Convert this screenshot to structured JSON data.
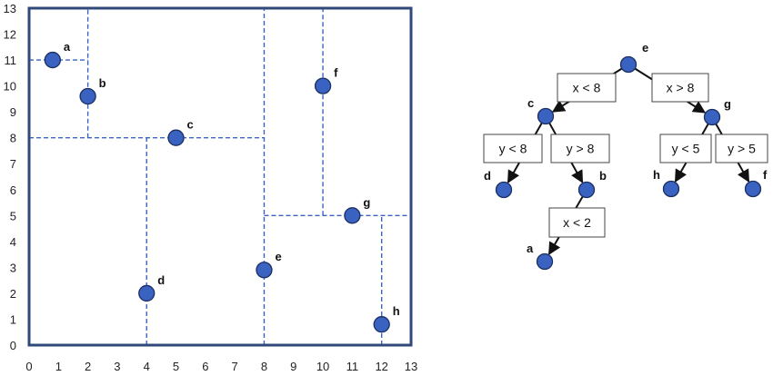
{
  "colors": {
    "frame": "#2f4a7a",
    "split_line": "#3a63c4",
    "point_fill": "#3a62c0",
    "point_stroke": "#1b2f63",
    "tree_edge": "#111111",
    "box_border": "#444444"
  },
  "plot": {
    "x_ticks": [
      "0",
      "1",
      "2",
      "3",
      "4",
      "5",
      "6",
      "7",
      "8",
      "9",
      "10",
      "11",
      "12",
      "13"
    ],
    "y_ticks": [
      "0",
      "1",
      "2",
      "3",
      "4",
      "5",
      "6",
      "7",
      "8",
      "9",
      "10",
      "11",
      "12",
      "13"
    ],
    "xlim": [
      0,
      13
    ],
    "ylim": [
      0,
      13
    ],
    "points": [
      {
        "label": "a",
        "x": 0.8,
        "y": 11
      },
      {
        "label": "b",
        "x": 2,
        "y": 9.6
      },
      {
        "label": "c",
        "x": 5,
        "y": 8
      },
      {
        "label": "d",
        "x": 4,
        "y": 2
      },
      {
        "label": "e",
        "x": 8,
        "y": 2.9
      },
      {
        "label": "f",
        "x": 10,
        "y": 10
      },
      {
        "label": "g",
        "x": 11,
        "y": 5
      },
      {
        "label": "h",
        "x": 12,
        "y": 0.8
      }
    ],
    "splits": [
      {
        "type": "vertical",
        "x": 8,
        "y": [
          0,
          13
        ]
      },
      {
        "type": "horizontal",
        "y": 8,
        "x": [
          0,
          8
        ]
      },
      {
        "type": "vertical",
        "x": 4,
        "y": [
          0,
          8
        ]
      },
      {
        "type": "vertical",
        "x": 2,
        "y": [
          8,
          13
        ]
      },
      {
        "type": "horizontal",
        "y": 11,
        "x": [
          0,
          2
        ]
      },
      {
        "type": "horizontal",
        "y": 5,
        "x": [
          8,
          13
        ]
      },
      {
        "type": "vertical",
        "x": 10,
        "y": [
          5,
          13
        ]
      },
      {
        "type": "vertical",
        "x": 12,
        "y": [
          0,
          5
        ]
      }
    ]
  },
  "tree": {
    "nodes": [
      {
        "id": "e",
        "label": "e"
      },
      {
        "id": "c",
        "label": "c"
      },
      {
        "id": "g",
        "label": "g"
      },
      {
        "id": "d",
        "label": "d"
      },
      {
        "id": "b",
        "label": "b"
      },
      {
        "id": "h",
        "label": "h"
      },
      {
        "id": "f",
        "label": "f"
      },
      {
        "id": "a",
        "label": "a"
      }
    ],
    "edges": [
      {
        "from": "e",
        "to": "c",
        "condition": "x < 8"
      },
      {
        "from": "e",
        "to": "g",
        "condition": "x > 8"
      },
      {
        "from": "c",
        "to": "d",
        "condition": "y < 8"
      },
      {
        "from": "c",
        "to": "b",
        "condition": "y > 8"
      },
      {
        "from": "g",
        "to": "h",
        "condition": "y < 5"
      },
      {
        "from": "g",
        "to": "f",
        "condition": "y > 5"
      },
      {
        "from": "b",
        "to": "a",
        "condition": "x < 2"
      }
    ]
  }
}
